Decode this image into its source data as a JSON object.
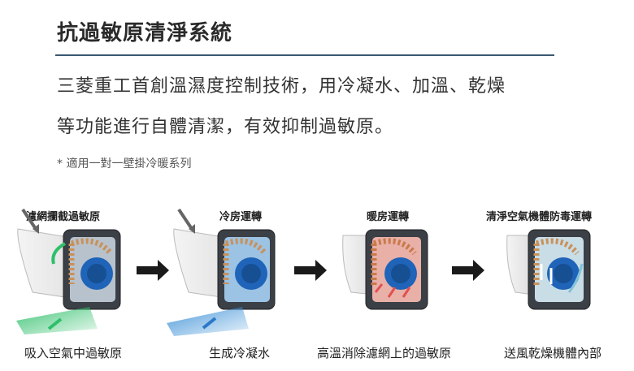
{
  "title": "抗過敏原清淨系統",
  "description": {
    "line1": "三菱重工首創溫濕度控制技術，用冷凝水、加溫、乾燥",
    "line2": "等功能進行自體清潔，有效抑制過敏原。"
  },
  "note": "* 適用一對一壁掛冷暖系列",
  "steps": [
    {
      "label": "濾網攔截過敏原",
      "caption": "吸入空氣中過敏原",
      "color": "#2fbf6a"
    },
    {
      "label": "冷房運轉",
      "caption": "生成冷凝水",
      "color": "#3a8fd6"
    },
    {
      "label": "暖房運轉",
      "caption": "高溫消除濾網上的過敏原",
      "color": "#e05050"
    },
    {
      "label": "清淨空氣機體防毒運轉",
      "caption": "送風乾燥機體內部",
      "color": "#7fc3d8"
    }
  ],
  "arrow_icon": "right-arrow-icon"
}
